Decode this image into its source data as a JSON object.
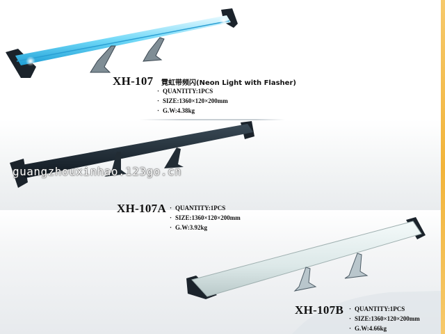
{
  "products": [
    {
      "model": "XH-107",
      "title": "霓虹带频闪(Neon Light with Flasher)",
      "quantity": "QUANTITY:1PCS",
      "size": "SIZE:1360×120×200mm",
      "weight": "G.W:4.38kg"
    },
    {
      "model": "XH-107A",
      "quantity": "QUANTITY:1PCS",
      "size": "SIZE:1360×120×200mm",
      "weight": "G.W:3.92kg"
    },
    {
      "model": "XH-107B",
      "quantity": "QUANTITY:1PCS",
      "size": "SIZE:1360×120×200mm",
      "weight": "G.W:4.66kg"
    }
  ],
  "watermark": "guangzhouxinhao.123go.cn",
  "colors": {
    "neon": "#39c8f0",
    "wing_dark": "#1a2630",
    "wing_silver": "#d9e6e6",
    "border": "#f2b43a"
  }
}
